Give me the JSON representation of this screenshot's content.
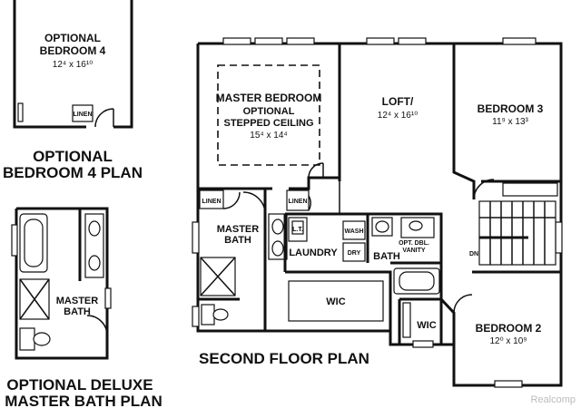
{
  "titles": {
    "second_floor": "SECOND FLOOR PLAN",
    "opt_bed4_line1": "OPTIONAL",
    "opt_bed4_line2": "BEDROOM 4 PLAN",
    "opt_bath_line1": "OPTIONAL DELUXE",
    "opt_bath_line2": "MASTER BATH PLAN"
  },
  "rooms": {
    "master_bedroom": {
      "name": "MASTER BEDROOM",
      "note1": "OPTIONAL",
      "note2": "STEPPED CEILING",
      "dim": "15⁴ x 14⁴"
    },
    "loft": {
      "name": "LOFT/",
      "dim": "12⁴ x 16¹⁰"
    },
    "bedroom3": {
      "name": "BEDROOM 3",
      "dim": "11⁹ x 13³"
    },
    "bedroom2": {
      "name": "BEDROOM 2",
      "dim": "12⁰ x 10⁹"
    },
    "opt_bedroom4": {
      "name1": "OPTIONAL",
      "name2": "BEDROOM 4",
      "dim": "12⁴ x 16¹⁰"
    },
    "master_bath": {
      "line1": "MASTER",
      "line2": "BATH"
    },
    "opt_master_bath": {
      "line1": "MASTER",
      "line2": "BATH"
    },
    "laundry": "LAUNDRY",
    "bath": "BATH",
    "wic_master": "WIC",
    "wic_bed2": "WIC"
  },
  "small_labels": {
    "linen_master": "LINEN",
    "linen_hall": "LINEN",
    "linen_bed4": "LINEN",
    "lt": "L.T.",
    "wash": "WASH",
    "dry": "DRY",
    "opt_dbl_vanity1": "OPT. DBL.",
    "opt_dbl_vanity2": "VANITY",
    "stair_dn": "DN"
  },
  "watermark": "Realcomp"
}
